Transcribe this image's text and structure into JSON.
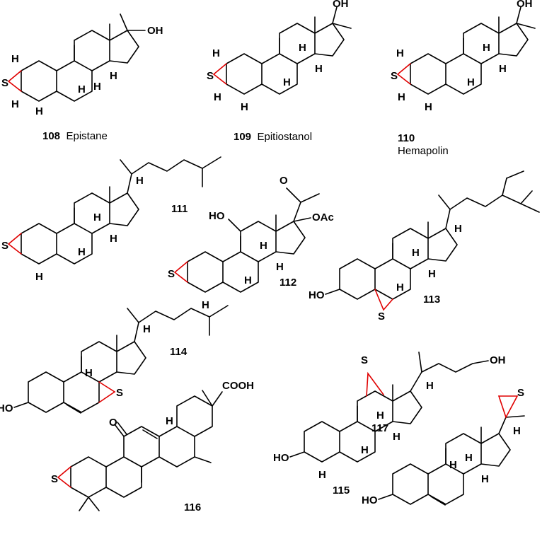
{
  "compounds": [
    {
      "id": "108",
      "number": "108",
      "name": "Epistane"
    },
    {
      "id": "109",
      "number": "109",
      "name": "Epitiostanol"
    },
    {
      "id": "110",
      "number": "110",
      "name": "Hemapolin"
    },
    {
      "id": "111",
      "number": "111",
      "name": ""
    },
    {
      "id": "112",
      "number": "112",
      "name": ""
    },
    {
      "id": "113",
      "number": "113",
      "name": ""
    },
    {
      "id": "114",
      "number": "114",
      "name": ""
    },
    {
      "id": "115",
      "number": "115",
      "name": ""
    },
    {
      "id": "116",
      "number": "116",
      "name": ""
    },
    {
      "id": "117",
      "number": "117",
      "name": ""
    }
  ],
  "atoms": {
    "oh": "OH",
    "ho": "HO",
    "h": "H",
    "s": "S",
    "o": "O",
    "oac": "OAc",
    "cooh": "COOH"
  },
  "colors": {
    "bond": "#000000",
    "thiirane": "#e00000"
  }
}
